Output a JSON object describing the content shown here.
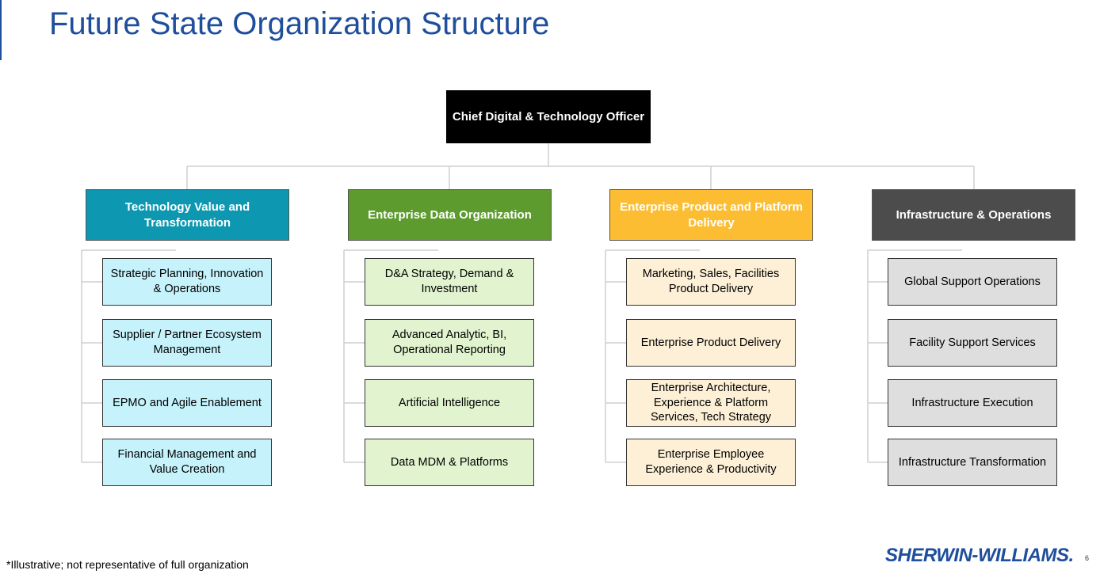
{
  "title": "Future State Organization Structure",
  "ceo": "Chief Digital & Technology Officer",
  "columns": [
    {
      "head": "Technology Value and Transformation",
      "items": [
        "Strategic Planning, Innovation & Operations",
        "Supplier / Partner Ecosystem Management",
        "EPMO and Agile Enablement",
        "Financial Management and Value Creation"
      ]
    },
    {
      "head": "Enterprise Data Organization",
      "items": [
        "D&A Strategy, Demand & Investment",
        "Advanced Analytic, BI, Operational Reporting",
        "Artificial Intelligence",
        "Data MDM & Platforms"
      ]
    },
    {
      "head": "Enterprise Product and Platform Delivery",
      "items": [
        "Marketing, Sales, Facilities Product Delivery",
        "Enterprise Product Delivery",
        "Enterprise Architecture, Experience & Platform Services, Tech Strategy",
        "Enterprise Employee Experience & Productivity"
      ]
    },
    {
      "head": "Infrastructure & Operations",
      "items": [
        "Global Support Operations",
        "Facility Support Services",
        "Infrastructure Execution",
        "Infrastructure Transformation"
      ]
    }
  ],
  "colors": {
    "title": "#1f4e9c",
    "technology_value": "#0e97b0",
    "enterprise_data": "#5d9b2e",
    "enterprise_product": "#fcbd32",
    "infrastructure": "#4c4c4c"
  },
  "footnote": "*Illustrative; not representative of full organization",
  "logo": "SHERWIN-WILLIAMS.",
  "page_number": "6"
}
